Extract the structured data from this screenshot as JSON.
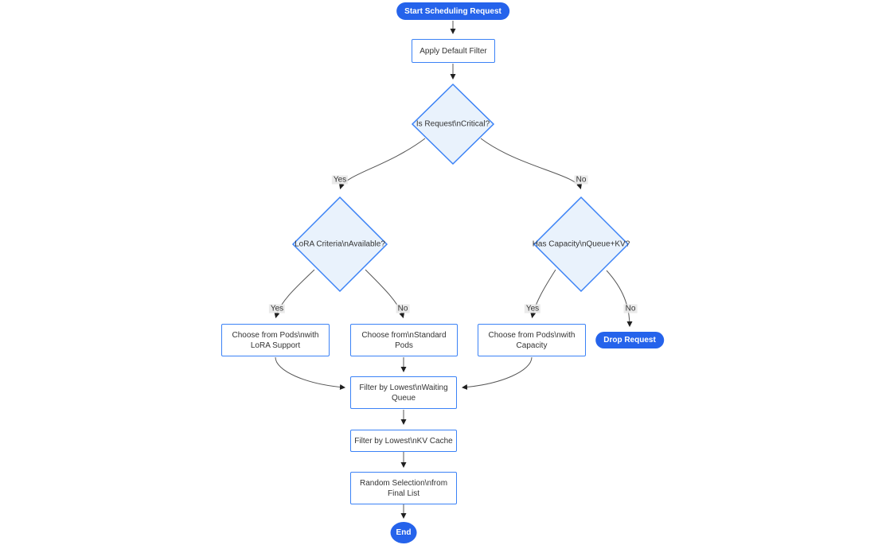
{
  "diagram": {
    "type": "flowchart",
    "nodes": {
      "start": {
        "label": "Start Scheduling Request",
        "shape": "pill"
      },
      "apply_filter": {
        "label": "Apply Default Filter",
        "shape": "rect"
      },
      "is_critical": {
        "label": "Is Request\\nCritical?",
        "shape": "diamond"
      },
      "lora_criteria": {
        "label": "LoRA Criteria\\nAvailable?",
        "shape": "diamond"
      },
      "has_capacity": {
        "label": "Has Capacity\\nQueue+KV?",
        "shape": "diamond"
      },
      "choose_lora_pods": {
        "label": "Choose from Pods\\nwith LoRA Support",
        "shape": "rect"
      },
      "choose_standard_pods": {
        "label": "Choose from\\nStandard Pods",
        "shape": "rect"
      },
      "choose_capacity_pods": {
        "label": "Choose from Pods\\nwith Capacity",
        "shape": "rect"
      },
      "drop_request": {
        "label": "Drop Request",
        "shape": "pill"
      },
      "filter_waiting_queue": {
        "label": "Filter by Lowest\\nWaiting Queue",
        "shape": "rect"
      },
      "filter_kv_cache": {
        "label": "Filter by Lowest\\nKV Cache",
        "shape": "rect"
      },
      "random_selection": {
        "label": "Random Selection\\nfrom Final List",
        "shape": "rect"
      },
      "end": {
        "label": "End",
        "shape": "pill"
      }
    },
    "edges": [
      {
        "from": "start",
        "to": "apply_filter",
        "label": ""
      },
      {
        "from": "apply_filter",
        "to": "is_critical",
        "label": ""
      },
      {
        "from": "is_critical",
        "to": "lora_criteria",
        "label": "Yes"
      },
      {
        "from": "is_critical",
        "to": "has_capacity",
        "label": "No"
      },
      {
        "from": "lora_criteria",
        "to": "choose_lora_pods",
        "label": "Yes"
      },
      {
        "from": "lora_criteria",
        "to": "choose_standard_pods",
        "label": "No"
      },
      {
        "from": "has_capacity",
        "to": "choose_capacity_pods",
        "label": "Yes"
      },
      {
        "from": "has_capacity",
        "to": "drop_request",
        "label": "No"
      },
      {
        "from": "choose_lora_pods",
        "to": "filter_waiting_queue",
        "label": ""
      },
      {
        "from": "choose_standard_pods",
        "to": "filter_waiting_queue",
        "label": ""
      },
      {
        "from": "choose_capacity_pods",
        "to": "filter_waiting_queue",
        "label": ""
      },
      {
        "from": "filter_waiting_queue",
        "to": "filter_kv_cache",
        "label": ""
      },
      {
        "from": "filter_kv_cache",
        "to": "random_selection",
        "label": ""
      },
      {
        "from": "random_selection",
        "to": "end",
        "label": ""
      }
    ],
    "colors": {
      "terminator_fill": "#2563eb",
      "terminator_text": "#ffffff",
      "node_border": "#3b82f6",
      "process_fill": "#ffffff",
      "decision_fill": "#e9f2fc",
      "edge_line": "#555555",
      "text": "#333333",
      "edge_label_bg": "#e8e8e8"
    }
  }
}
